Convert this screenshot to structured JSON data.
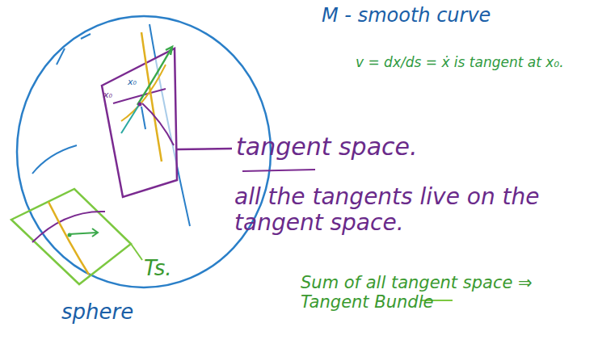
{
  "diagram": {
    "labels": [
      "M - smooth curve",
      "v = dx/ds = ẋ is tangent at x₀.",
      "tangent space.",
      "all the tangents live on the tangent space.",
      "Sum of all tangent space ⇒ Tangent Bundle",
      "sphere",
      "Ts.",
      "x₀",
      "x₀"
    ]
  }
}
